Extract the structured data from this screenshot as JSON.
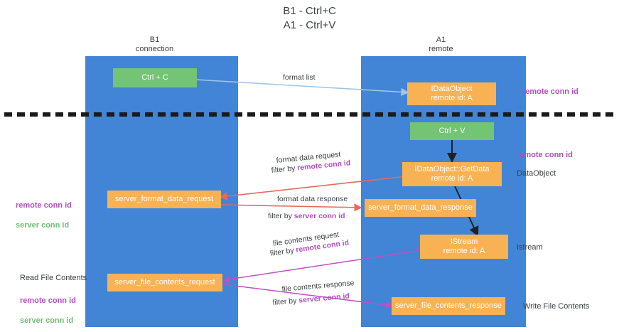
{
  "title": "B1 - Ctrl+C\nA1 - Ctrl+V",
  "lanes": [
    {
      "id": "b1",
      "title": "B1\nconnection"
    },
    {
      "id": "a1",
      "title": "A1\nremote"
    }
  ],
  "nodes": {
    "ctrl_c": "Ctrl + C",
    "ctrl_v": "Ctrl + V",
    "idataobject_top": "IDataObject\nremote id: A",
    "idataobject_getdata": "IDataObject::GetData\nremote id: A",
    "server_format_data_request": "server_format_data_request",
    "server_format_data_response": "server_format_data_response",
    "istream": "IStream\nremote id: A",
    "server_file_contents_request": "server_file_contents_request",
    "server_file_contents_response": "server_file_contents_response"
  },
  "right_labels": {
    "remote_conn_id_top": "remote conn id",
    "remote_conn_id_mid": "remote conn id",
    "dataobject": "DataObject",
    "istream": "Istream",
    "write_file_contents": "Write File Contents"
  },
  "left_labels": {
    "remote_conn_id": "remote conn id",
    "server_conn_id": "server conn id",
    "read_file_contents": "Read File Contents",
    "remote_conn_id_2": "remote conn id",
    "server_conn_id_2": "server conn id"
  },
  "edges": {
    "format_list": "format list",
    "format_data_request": "format data request",
    "format_data_request_filter_prefix": "filter by ",
    "format_data_request_filter_value": "remote conn id",
    "format_data_response": "format data response",
    "format_data_response_filter_prefix": "filter by ",
    "format_data_response_filter_value": "server conn id",
    "file_contents_request": "file contents request",
    "file_contents_request_filter_prefix": "filter by ",
    "file_contents_request_filter_value": "remote conn id",
    "file_contents_response": "file contents response",
    "file_contents_response_filter_prefix": "filter by ",
    "file_contents_response_filter_value": "server conn id"
  },
  "colors": {
    "lane": "#4285d6",
    "green_node": "#74c476",
    "orange_node": "#f9b253",
    "purple_text": "#b04fc0",
    "green_text": "#6fbf73",
    "arrow_blue": "#9fc6e8",
    "arrow_red": "#e8685d",
    "arrow_magenta": "#c24fc0",
    "arrow_black": "#202124",
    "divider": "#1a1a1a"
  }
}
